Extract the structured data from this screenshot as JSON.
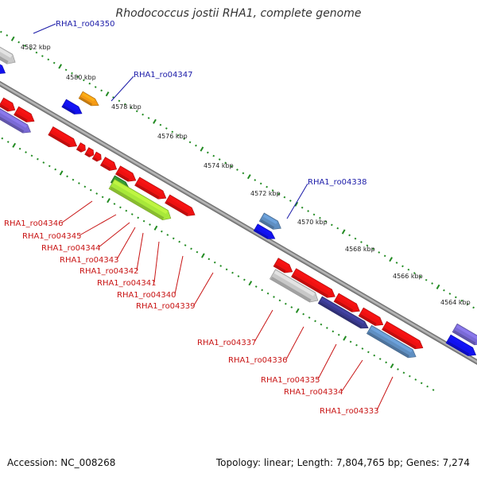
{
  "title": "Rhodococcus jostii RHA1, complete genome",
  "footer": {
    "accession": "Accession: NC_008268",
    "summary": "Topology: linear; Length: 7,804,765 bp; Genes: 7,274"
  },
  "colors": {
    "backbone": "#808080",
    "red": "#ee1111",
    "blue": "#1111ee",
    "gray": "#c8c8c8",
    "orange": "#f59a14",
    "violet": "#7a6ad6",
    "steel": "#5f8fc2",
    "navy": "#3a3a90",
    "lime": "#a8e83a",
    "darkgreen": "#2e8b2e",
    "ruler": "#228b22"
  },
  "ruler_labels": [
    {
      "kbp": 4582,
      "text": "4582 kbp"
    },
    {
      "kbp": 4580,
      "text": "4580 kbp"
    },
    {
      "kbp": 4578,
      "text": "4578 kbp"
    },
    {
      "kbp": 4576,
      "text": "4576 kbp"
    },
    {
      "kbp": 4574,
      "text": "4574 kbp"
    },
    {
      "kbp": 4572,
      "text": "4572 kbp"
    },
    {
      "kbp": 4570,
      "text": "4570 kbp"
    },
    {
      "kbp": 4568,
      "text": "4568 kbp"
    },
    {
      "kbp": 4566,
      "text": "4566 kbp"
    },
    {
      "kbp": 4564,
      "text": "4564 kbp"
    }
  ],
  "top_labels": [
    "RHA1_ro04350",
    "RHA1_ro04347",
    "RHA1_ro04338"
  ],
  "bottom_labels": [
    "RHA1_ro04346",
    "RHA1_ro04345",
    "RHA1_ro04344",
    "RHA1_ro04343",
    "RHA1_ro04342",
    "RHA1_ro04341",
    "RHA1_ro04340",
    "RHA1_ro04339",
    "RHA1_ro04337",
    "RHA1_ro04336",
    "RHA1_ro04335",
    "RHA1_ro04334",
    "RHA1_ro04333"
  ]
}
